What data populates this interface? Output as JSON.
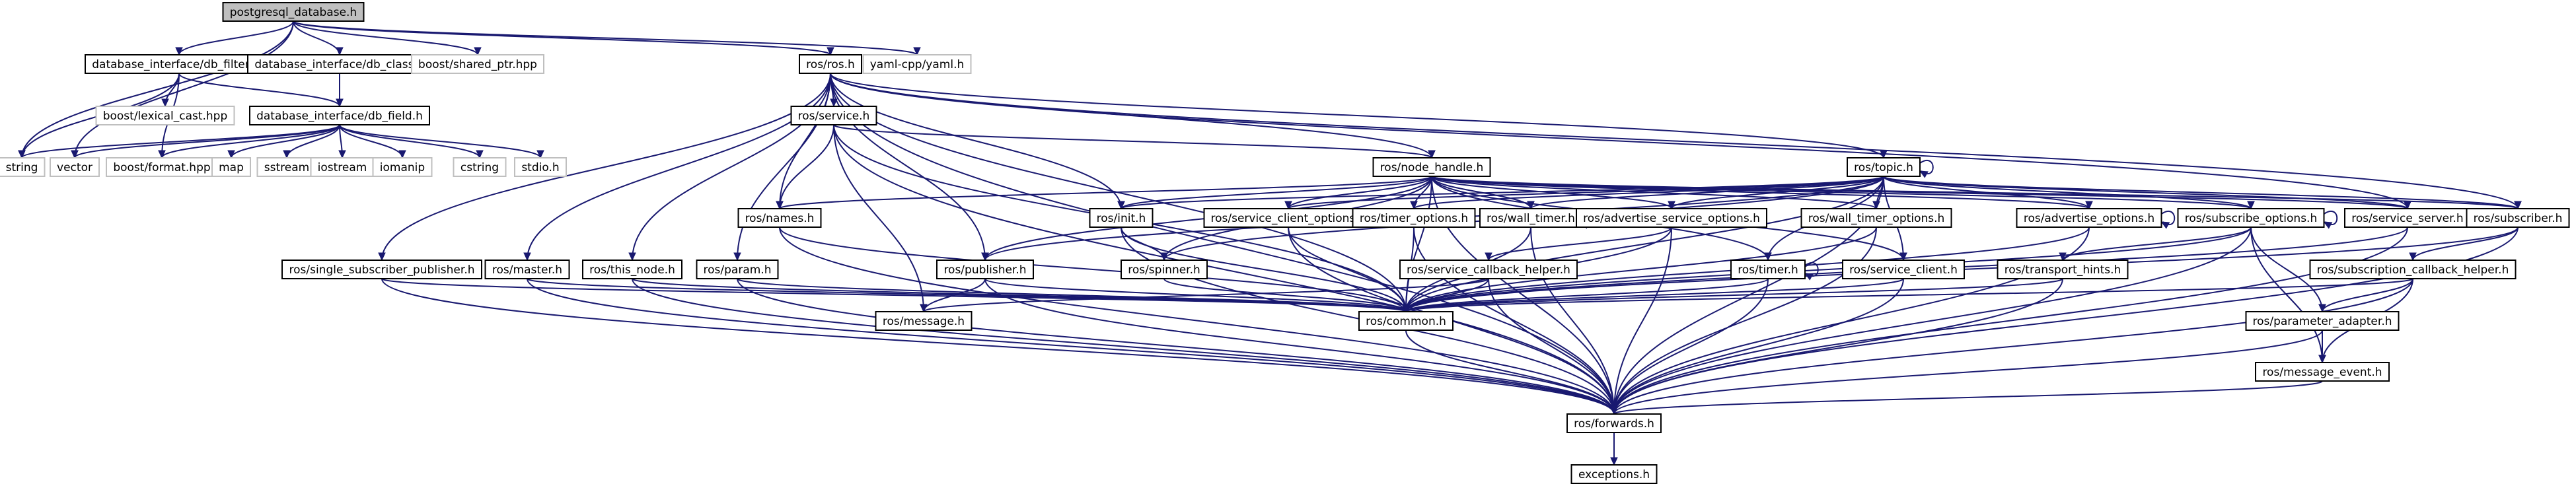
{
  "nodes": [
    {
      "id": "root",
      "label": "postgresql_database.h",
      "kind": "root"
    },
    {
      "id": "dbi_filters",
      "label": "database_interface/db_filters.h",
      "kind": "local"
    },
    {
      "id": "dbi_class",
      "label": "database_interface/db_class.h",
      "kind": "local"
    },
    {
      "id": "boost_shared",
      "label": "boost/shared_ptr.hpp",
      "kind": "external"
    },
    {
      "id": "ros_ros",
      "label": "ros/ros.h",
      "kind": "local"
    },
    {
      "id": "yaml",
      "label": "yaml-cpp/yaml.h",
      "kind": "external"
    },
    {
      "id": "boost_lexical",
      "label": "boost/lexical_cast.hpp",
      "kind": "external"
    },
    {
      "id": "dbi_field",
      "label": "database_interface/db_field.h",
      "kind": "local"
    },
    {
      "id": "string",
      "label": "string",
      "kind": "external"
    },
    {
      "id": "vector",
      "label": "vector",
      "kind": "external"
    },
    {
      "id": "boost_format",
      "label": "boost/format.hpp",
      "kind": "external"
    },
    {
      "id": "map",
      "label": "map",
      "kind": "external"
    },
    {
      "id": "sstream",
      "label": "sstream",
      "kind": "external"
    },
    {
      "id": "iostream",
      "label": "iostream",
      "kind": "external"
    },
    {
      "id": "iomanip",
      "label": "iomanip",
      "kind": "external"
    },
    {
      "id": "cstring",
      "label": "cstring",
      "kind": "external"
    },
    {
      "id": "stdio",
      "label": "stdio.h",
      "kind": "external"
    },
    {
      "id": "ros_service",
      "label": "ros/service.h",
      "kind": "local"
    },
    {
      "id": "ros_node_handle",
      "label": "ros/node_handle.h",
      "kind": "local"
    },
    {
      "id": "ros_topic",
      "label": "ros/topic.h",
      "kind": "local"
    },
    {
      "id": "ros_names",
      "label": "ros/names.h",
      "kind": "local"
    },
    {
      "id": "ros_init",
      "label": "ros/init.h",
      "kind": "local"
    },
    {
      "id": "ros_service_client_options",
      "label": "ros/service_client_options.h",
      "kind": "local"
    },
    {
      "id": "ros_timer_options",
      "label": "ros/timer_options.h",
      "kind": "local"
    },
    {
      "id": "ros_wall_timer",
      "label": "ros/wall_timer.h",
      "kind": "local"
    },
    {
      "id": "ros_advertise_service_options",
      "label": "ros/advertise_service_options.h",
      "kind": "local"
    },
    {
      "id": "ros_wall_timer_options",
      "label": "ros/wall_timer_options.h",
      "kind": "local"
    },
    {
      "id": "ros_advertise_options",
      "label": "ros/advertise_options.h",
      "kind": "local"
    },
    {
      "id": "ros_subscribe_options",
      "label": "ros/subscribe_options.h",
      "kind": "local"
    },
    {
      "id": "ros_service_server",
      "label": "ros/service_server.h",
      "kind": "local"
    },
    {
      "id": "ros_subscriber",
      "label": "ros/subscriber.h",
      "kind": "local"
    },
    {
      "id": "ros_single_subscriber_publisher",
      "label": "ros/single_subscriber_publisher.h",
      "kind": "local"
    },
    {
      "id": "ros_master",
      "label": "ros/master.h",
      "kind": "local"
    },
    {
      "id": "ros_this_node",
      "label": "ros/this_node.h",
      "kind": "local"
    },
    {
      "id": "ros_param",
      "label": "ros/param.h",
      "kind": "local"
    },
    {
      "id": "ros_publisher",
      "label": "ros/publisher.h",
      "kind": "local"
    },
    {
      "id": "ros_spinner",
      "label": "ros/spinner.h",
      "kind": "local"
    },
    {
      "id": "ros_service_callback_helper",
      "label": "ros/service_callback_helper.h",
      "kind": "local"
    },
    {
      "id": "ros_timer",
      "label": "ros/timer.h",
      "kind": "local"
    },
    {
      "id": "ros_service_client",
      "label": "ros/service_client.h",
      "kind": "local"
    },
    {
      "id": "ros_transport_hints",
      "label": "ros/transport_hints.h",
      "kind": "local"
    },
    {
      "id": "ros_subscription_callback_helper",
      "label": "ros/subscription_callback_helper.h",
      "kind": "local"
    },
    {
      "id": "ros_message",
      "label": "ros/message.h",
      "kind": "local"
    },
    {
      "id": "ros_common",
      "label": "ros/common.h",
      "kind": "local"
    },
    {
      "id": "ros_parameter_adapter",
      "label": "ros/parameter_adapter.h",
      "kind": "local"
    },
    {
      "id": "ros_message_event",
      "label": "ros/message_event.h",
      "kind": "local"
    },
    {
      "id": "ros_forwards",
      "label": "ros/forwards.h",
      "kind": "local"
    },
    {
      "id": "exceptions",
      "label": "exceptions.h",
      "kind": "local"
    }
  ],
  "edges": [
    [
      "root",
      "dbi_filters"
    ],
    [
      "root",
      "dbi_class"
    ],
    [
      "root",
      "boost_shared"
    ],
    [
      "root",
      "ros_ros"
    ],
    [
      "root",
      "yaml"
    ],
    [
      "root",
      "string"
    ],
    [
      "root",
      "vector"
    ],
    [
      "dbi_filters",
      "boost_lexical"
    ],
    [
      "dbi_filters",
      "dbi_field"
    ],
    [
      "dbi_filters",
      "string"
    ],
    [
      "dbi_filters",
      "boost_format"
    ],
    [
      "dbi_class",
      "dbi_field"
    ],
    [
      "dbi_field",
      "string"
    ],
    [
      "dbi_field",
      "vector"
    ],
    [
      "dbi_field",
      "boost_format"
    ],
    [
      "dbi_field",
      "map"
    ],
    [
      "dbi_field",
      "sstream"
    ],
    [
      "dbi_field",
      "iostream"
    ],
    [
      "dbi_field",
      "iomanip"
    ],
    [
      "dbi_field",
      "cstring"
    ],
    [
      "dbi_field",
      "stdio"
    ],
    [
      "ros_ros",
      "ros_service"
    ],
    [
      "ros_ros",
      "ros_node_handle"
    ],
    [
      "ros_ros",
      "ros_topic"
    ],
    [
      "ros_ros",
      "ros_names"
    ],
    [
      "ros_ros",
      "ros_init"
    ],
    [
      "ros_ros",
      "ros_single_subscriber_publisher"
    ],
    [
      "ros_ros",
      "ros_master"
    ],
    [
      "ros_ros",
      "ros_this_node"
    ],
    [
      "ros_ros",
      "ros_param"
    ],
    [
      "ros_ros",
      "ros_publisher"
    ],
    [
      "ros_ros",
      "ros_common"
    ],
    [
      "ros_ros",
      "ros_subscriber"
    ],
    [
      "ros_ros",
      "ros_service_server"
    ],
    [
      "ros_ros",
      "ros_forwards"
    ],
    [
      "ros_service",
      "ros_node_handle"
    ],
    [
      "ros_service",
      "ros_names"
    ],
    [
      "ros_service",
      "ros_common"
    ],
    [
      "ros_service",
      "ros_message"
    ],
    [
      "ros_service",
      "ros_forwards"
    ],
    [
      "ros_node_handle",
      "ros_names"
    ],
    [
      "ros_node_handle",
      "ros_init"
    ],
    [
      "ros_node_handle",
      "ros_service_client_options"
    ],
    [
      "ros_node_handle",
      "ros_timer_options"
    ],
    [
      "ros_node_handle",
      "ros_wall_timer"
    ],
    [
      "ros_node_handle",
      "ros_advertise_service_options"
    ],
    [
      "ros_node_handle",
      "ros_wall_timer_options"
    ],
    [
      "ros_node_handle",
      "ros_advertise_options"
    ],
    [
      "ros_node_handle",
      "ros_subscribe_options"
    ],
    [
      "ros_node_handle",
      "ros_service_server"
    ],
    [
      "ros_node_handle",
      "ros_subscriber"
    ],
    [
      "ros_node_handle",
      "ros_publisher"
    ],
    [
      "ros_node_handle",
      "ros_spinner"
    ],
    [
      "ros_node_handle",
      "ros_timer"
    ],
    [
      "ros_node_handle",
      "ros_service_client"
    ],
    [
      "ros_node_handle",
      "ros_common"
    ],
    [
      "ros_node_handle",
      "ros_forwards"
    ],
    [
      "ros_topic",
      "ros_init"
    ],
    [
      "ros_topic",
      "ros_service_client_options"
    ],
    [
      "ros_topic",
      "ros_timer_options"
    ],
    [
      "ros_topic",
      "ros_wall_timer"
    ],
    [
      "ros_topic",
      "ros_advertise_service_options"
    ],
    [
      "ros_topic",
      "ros_wall_timer_options"
    ],
    [
      "ros_topic",
      "ros_advertise_options"
    ],
    [
      "ros_topic",
      "ros_subscribe_options"
    ],
    [
      "ros_topic",
      "ros_service_server"
    ],
    [
      "ros_topic",
      "ros_subscriber"
    ],
    [
      "ros_topic",
      "ros_publisher"
    ],
    [
      "ros_topic",
      "ros_spinner"
    ],
    [
      "ros_topic",
      "ros_timer"
    ],
    [
      "ros_topic",
      "ros_service_client"
    ],
    [
      "ros_topic",
      "ros_common"
    ],
    [
      "ros_topic",
      "ros_forwards"
    ],
    [
      "ros_names",
      "ros_forwards"
    ],
    [
      "ros_names",
      "ros_common"
    ],
    [
      "ros_init",
      "ros_spinner"
    ],
    [
      "ros_init",
      "ros_common"
    ],
    [
      "ros_init",
      "ros_forwards"
    ],
    [
      "ros_service_client_options",
      "ros_common"
    ],
    [
      "ros_service_client_options",
      "ros_forwards"
    ],
    [
      "ros_timer_options",
      "ros_common"
    ],
    [
      "ros_timer_options",
      "ros_forwards"
    ],
    [
      "ros_wall_timer",
      "ros_common"
    ],
    [
      "ros_wall_timer",
      "ros_forwards"
    ],
    [
      "ros_advertise_service_options",
      "ros_service_callback_helper"
    ],
    [
      "ros_advertise_service_options",
      "ros_common"
    ],
    [
      "ros_advertise_service_options",
      "ros_forwards"
    ],
    [
      "ros_wall_timer_options",
      "ros_common"
    ],
    [
      "ros_wall_timer_options",
      "ros_forwards"
    ],
    [
      "ros_advertise_options",
      "ros_common"
    ],
    [
      "ros_advertise_options",
      "ros_forwards"
    ],
    [
      "ros_subscribe_options",
      "ros_transport_hints"
    ],
    [
      "ros_subscribe_options",
      "ros_parameter_adapter"
    ],
    [
      "ros_subscribe_options",
      "ros_message_event"
    ],
    [
      "ros_subscribe_options",
      "ros_common"
    ],
    [
      "ros_subscribe_options",
      "ros_forwards"
    ],
    [
      "ros_service_server",
      "ros_common"
    ],
    [
      "ros_service_server",
      "ros_forwards"
    ],
    [
      "ros_subscriber",
      "ros_subscription_callback_helper"
    ],
    [
      "ros_subscriber",
      "ros_common"
    ],
    [
      "ros_subscriber",
      "ros_forwards"
    ],
    [
      "ros_single_subscriber_publisher",
      "ros_common"
    ],
    [
      "ros_single_subscriber_publisher",
      "ros_forwards"
    ],
    [
      "ros_master",
      "ros_forwards"
    ],
    [
      "ros_master",
      "ros_common"
    ],
    [
      "ros_this_node",
      "ros_forwards"
    ],
    [
      "ros_this_node",
      "ros_common"
    ],
    [
      "ros_param",
      "ros_forwards"
    ],
    [
      "ros_param",
      "ros_common"
    ],
    [
      "ros_publisher",
      "ros_message"
    ],
    [
      "ros_publisher",
      "ros_common"
    ],
    [
      "ros_publisher",
      "ros_forwards"
    ],
    [
      "ros_spinner",
      "ros_common"
    ],
    [
      "ros_service_callback_helper",
      "ros_message"
    ],
    [
      "ros_service_callback_helper",
      "ros_common"
    ],
    [
      "ros_service_callback_helper",
      "ros_forwards"
    ],
    [
      "ros_timer",
      "ros_common"
    ],
    [
      "ros_timer",
      "ros_forwards"
    ],
    [
      "ros_service_client",
      "ros_common"
    ],
    [
      "ros_service_client",
      "ros_forwards"
    ],
    [
      "ros_transport_hints",
      "ros_common"
    ],
    [
      "ros_transport_hints",
      "ros_forwards"
    ],
    [
      "ros_subscription_callback_helper",
      "ros_parameter_adapter"
    ],
    [
      "ros_subscription_callback_helper",
      "ros_message_event"
    ],
    [
      "ros_subscription_callback_helper",
      "ros_common"
    ],
    [
      "ros_subscription_callback_helper",
      "ros_forwards"
    ],
    [
      "ros_parameter_adapter",
      "ros_message_event"
    ],
    [
      "ros_parameter_adapter",
      "ros_forwards"
    ],
    [
      "ros_message_event",
      "ros_forwards"
    ],
    [
      "ros_common",
      "ros_forwards"
    ],
    [
      "ros_forwards",
      "exceptions"
    ],
    [
      "ros_topic",
      "ros_topic"
    ],
    [
      "ros_wall_timer",
      "ros_wall_timer"
    ],
    [
      "ros_advertise_options",
      "ros_advertise_options"
    ],
    [
      "ros_subscribe_options",
      "ros_subscribe_options"
    ],
    [
      "ros_timer",
      "ros_timer"
    ]
  ],
  "colors": {
    "edge": "#191970",
    "root_fill": "#bfbfbf",
    "node_fill": "#ffffff",
    "node_border": "#000000",
    "external_border": "#bfbfbf"
  }
}
